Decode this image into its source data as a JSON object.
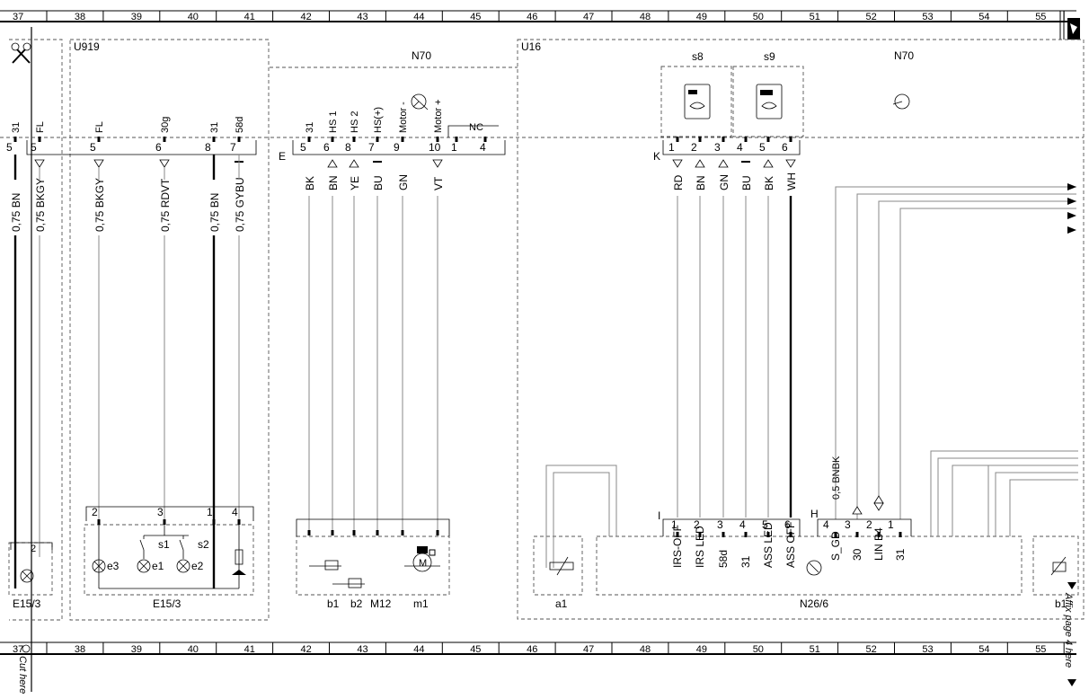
{
  "ruler": {
    "numbers": [
      "37",
      "38",
      "39",
      "40",
      "41",
      "42",
      "43",
      "44",
      "45",
      "46",
      "47",
      "48",
      "49",
      "50",
      "51",
      "52",
      "53",
      "54",
      "55"
    ]
  },
  "marks": {
    "cut_here": "Cut here",
    "affix_page": "Affix page 4 here"
  },
  "modules": {
    "u919": "U919",
    "n70_left": "N70",
    "u16": "U16",
    "n70_right": "N70",
    "s8": "s8",
    "s9": "s9",
    "e15_3_left": "E15/3",
    "e15_3": "E15/3",
    "b1": "b1",
    "b2": "b2",
    "m12": "M12",
    "m1": "m1",
    "a1": "a1",
    "n26_6": "N26/6",
    "b1_right": "b1"
  },
  "connectors": {
    "E": "E",
    "K": "K",
    "I": "I",
    "H": "H",
    "nc": "NC"
  },
  "top_pins": {
    "left": [
      {
        "sig": "31",
        "pin": "5"
      },
      {
        "sig": "FL",
        "pin": "5"
      },
      {
        "sig": "FL",
        "pin": "5"
      },
      {
        "sig": "30g",
        "pin": "6"
      },
      {
        "sig": "31",
        "pin": "8"
      },
      {
        "sig": "58d",
        "pin": "7"
      }
    ],
    "e": [
      {
        "sig": "31",
        "pin": "5"
      },
      {
        "sig": "HS 1",
        "pin": "6"
      },
      {
        "sig": "HS 2",
        "pin": "8"
      },
      {
        "sig": "HS(+)",
        "pin": "7"
      },
      {
        "sig": "Motor -",
        "pin": "9"
      },
      {
        "sig": "Motor +",
        "pin": "10"
      }
    ],
    "nc_pins": [
      "1",
      "4"
    ],
    "k": [
      "1",
      "2",
      "3",
      "4",
      "5",
      "6"
    ]
  },
  "wires": {
    "left": [
      "0,75 BN",
      "0,75 BKGY",
      "0,75 BKGY",
      "0,75 RDVT",
      "0,75 BN",
      "0,75 GYBU"
    ],
    "e": [
      "BK",
      "BN",
      "YE",
      "BU",
      "GN",
      "VT"
    ],
    "k": [
      "RD",
      "BN",
      "GN",
      "BU",
      "BK",
      "WH"
    ],
    "h": "0,5 BNBK"
  },
  "bottom": {
    "e15_pins": [
      "2",
      "3",
      "1",
      "4"
    ],
    "e15_left_pin": "2",
    "bulbs": [
      "e3",
      "e1",
      "e2"
    ],
    "switches": [
      "s1",
      "s2"
    ],
    "i_pins": [
      "1",
      "2",
      "3",
      "4",
      "5",
      "6"
    ],
    "i_sigs": [
      "IRS-OFF",
      "IRS LED",
      "58d",
      "31",
      "ASS LED",
      "ASS OFF"
    ],
    "h_pins": [
      "4",
      "3",
      "2",
      "1"
    ],
    "h_sigs": [
      "S_GD",
      "30",
      "LIN B4",
      "31"
    ]
  }
}
